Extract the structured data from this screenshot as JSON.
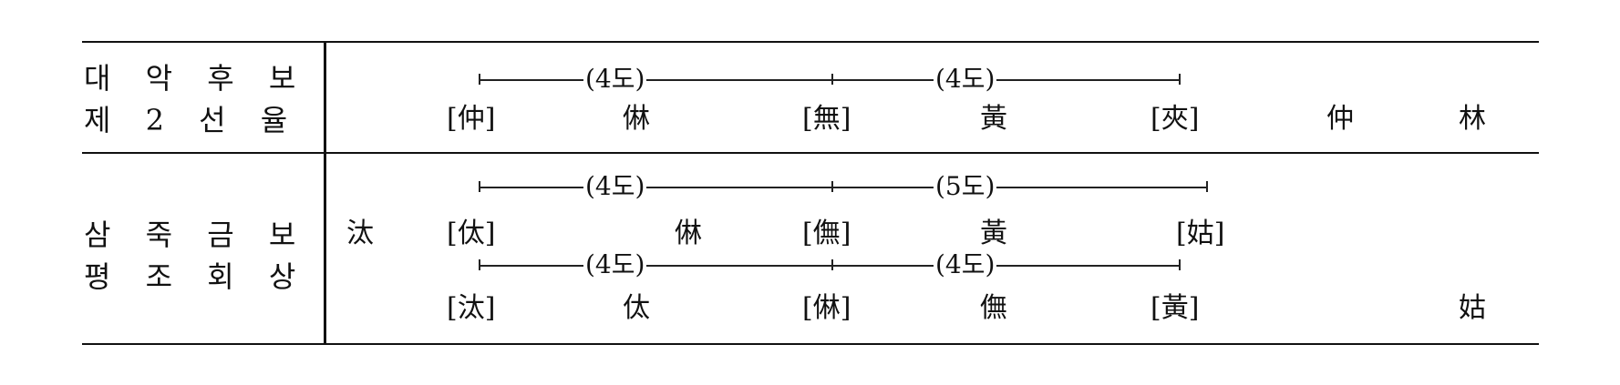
{
  "row1": {
    "label_line1": "대 악 후 보",
    "label_line2": "제 2 선  율",
    "intervals": [
      "(4도)",
      "(4도)"
    ],
    "notes": [
      "[仲]",
      "㑣",
      "[無]",
      "黃",
      "[夾]",
      "仲",
      "林"
    ]
  },
  "row2": {
    "label_line1": "삼 죽 금 보",
    "label_line2": "평 조 회 상",
    "prefix_note": "汰",
    "upper": {
      "intervals": [
        "(4도)",
        "(5도)"
      ],
      "notes": [
        "[㑀]",
        "㑣",
        "[㒇]",
        "黃",
        "[姑]"
      ]
    },
    "lower": {
      "intervals": [
        "(4도)",
        "(4도)"
      ],
      "notes": [
        "[汰]",
        "㑀",
        "[㑣]",
        "㒇",
        "[黃]",
        "姑"
      ]
    }
  }
}
